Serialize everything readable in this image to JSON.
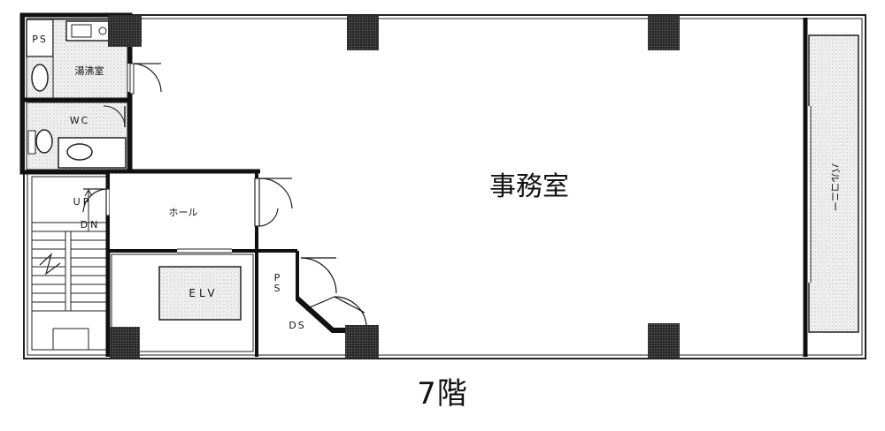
{
  "rooms": {
    "office": "事務室",
    "kitchenette": "湯沸室",
    "toilet": "WC",
    "pipe_space_top": "PS",
    "pipe_space_mid": "PS",
    "hall": "ホール",
    "elevator": "ELV",
    "duct_space": "DS",
    "balcony": "バルコニー"
  },
  "stairs": {
    "up": "UP",
    "down": "DN"
  },
  "caption": "7階",
  "colors": {
    "wall": "#1a1a1a",
    "column": "#333333",
    "fill_dots": "#e8e8e8",
    "line": "#222222"
  }
}
